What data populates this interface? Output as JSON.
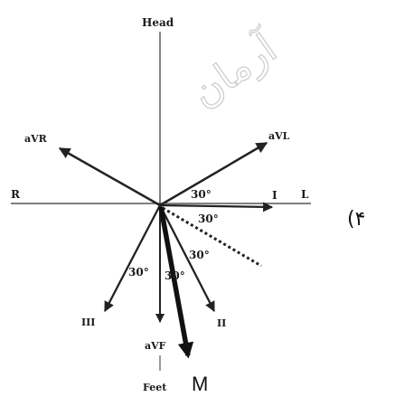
{
  "labels": {
    "head": "Head",
    "feet": "Feet",
    "r": "R",
    "l": "L",
    "lead_i": "I",
    "lead_ii": "II",
    "lead_iii": "III",
    "avr": "aVR",
    "avl": "aVL",
    "avf": "aVF",
    "m": "M",
    "option_number": "(۴"
  },
  "angles": {
    "angle_1": "30°",
    "angle_2": "30°",
    "angle_3": "30°",
    "angle_4": "30°",
    "angle_5": "30°"
  },
  "watermark": "آرمان",
  "colors": {
    "line": "#222222",
    "text": "#1a1a1a",
    "watermark": "#cfcfcf"
  }
}
